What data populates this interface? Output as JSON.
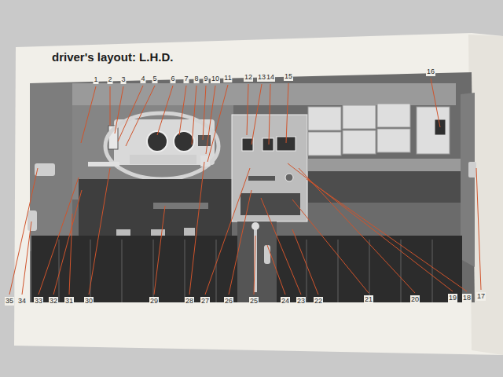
{
  "diagram": {
    "title": "driver's layout: L.H.D.",
    "labels": [
      "1",
      "2",
      "3",
      "4",
      "5",
      "6",
      "7",
      "8",
      "9",
      "10",
      "11",
      "12",
      "13",
      "14",
      "15",
      "16",
      "35",
      "34",
      "33",
      "32",
      "31",
      "30",
      "29",
      "28",
      "27",
      "26",
      "25",
      "24",
      "23",
      "22",
      "21",
      "20",
      "19",
      "18",
      "17"
    ]
  }
}
